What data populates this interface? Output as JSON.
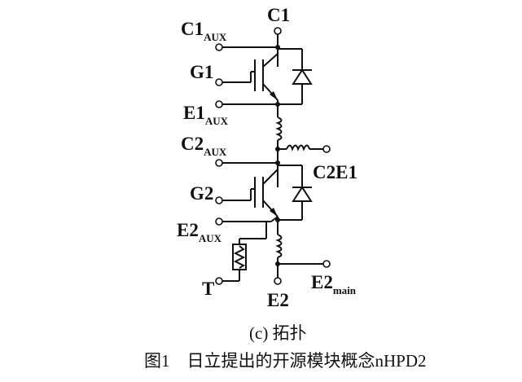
{
  "terminals": {
    "c1_aux": {
      "base": "C1",
      "sub": "AUX"
    },
    "c1": {
      "base": "C1"
    },
    "g1": {
      "base": "G1"
    },
    "e1_aux": {
      "base": "E1",
      "sub": "AUX"
    },
    "c2_aux": {
      "base": "C2",
      "sub": "AUX"
    },
    "c2e1": {
      "base": "C2E1"
    },
    "g2": {
      "base": "G2"
    },
    "e2_aux": {
      "base": "E2",
      "sub": "AUX"
    },
    "t": {
      "base": "T"
    },
    "e2": {
      "base": "E2"
    },
    "e2_main": {
      "base": "E2",
      "sub": "main"
    }
  },
  "subcaption": "(c) 拓扑",
  "figure_caption": "图1　日立提出的开源模块概念nHPD2"
}
